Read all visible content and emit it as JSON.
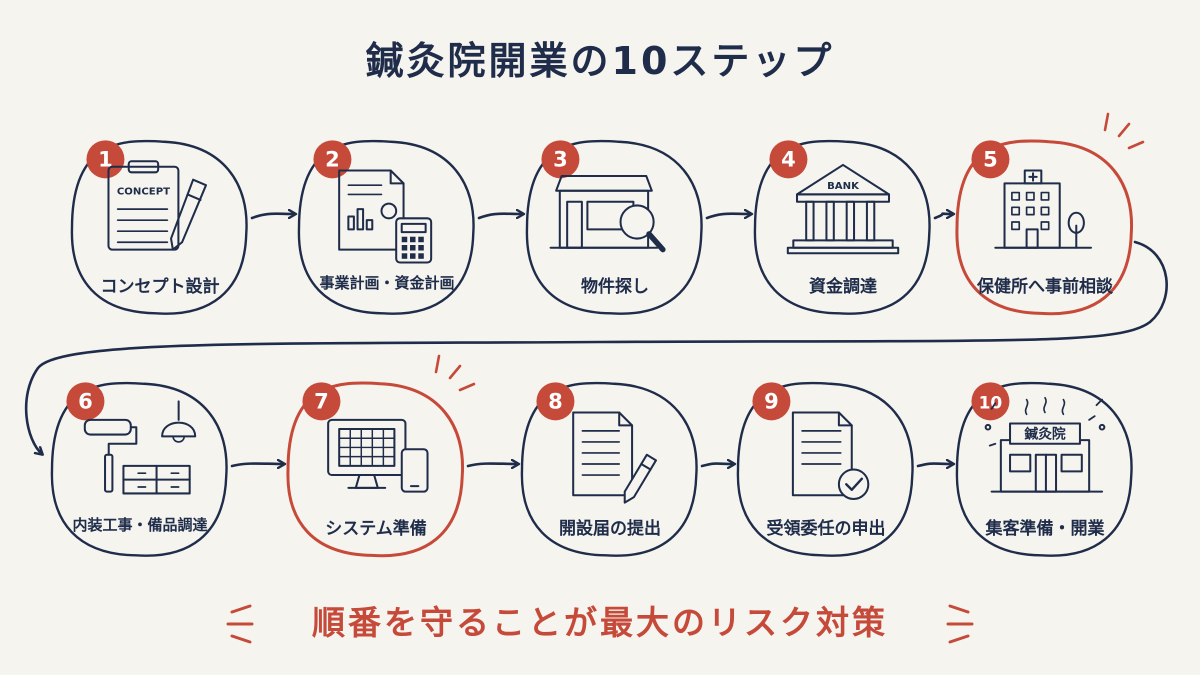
{
  "title": "鍼灸院開業の10ステップ",
  "tagline": "順番を守ることが最大のリスク対策",
  "colors": {
    "navy": "#1f2d4a",
    "accent": "#c64a3a",
    "background": "#f6f4ef"
  },
  "steps": [
    {
      "number": "1",
      "label": "コンセプト設計",
      "icon": "clipboard-pen-icon",
      "icon_text": "CONCEPT",
      "highlight": false
    },
    {
      "number": "2",
      "label": "事業計画・資金計画",
      "icon": "document-calculator-icon",
      "highlight": false
    },
    {
      "number": "3",
      "label": "物件探し",
      "icon": "storefront-magnifier-icon",
      "highlight": false
    },
    {
      "number": "4",
      "label": "資金調達",
      "icon": "bank-icon",
      "icon_text": "BANK",
      "highlight": false
    },
    {
      "number": "5",
      "label": "保健所へ事前相談",
      "icon": "health-center-icon",
      "highlight": true
    },
    {
      "number": "6",
      "label": "内装工事・備品調達",
      "icon": "paint-roller-lamp-icon",
      "highlight": false
    },
    {
      "number": "7",
      "label": "システム準備",
      "icon": "monitor-phone-icon",
      "highlight": true
    },
    {
      "number": "8",
      "label": "開設届の提出",
      "icon": "document-pen-icon",
      "highlight": false
    },
    {
      "number": "9",
      "label": "受領委任の申出",
      "icon": "document-check-icon",
      "highlight": false
    },
    {
      "number": "10",
      "label": "集客準備・開業",
      "icon": "clinic-opening-icon",
      "icon_text": "鍼灸院",
      "highlight": false
    }
  ]
}
